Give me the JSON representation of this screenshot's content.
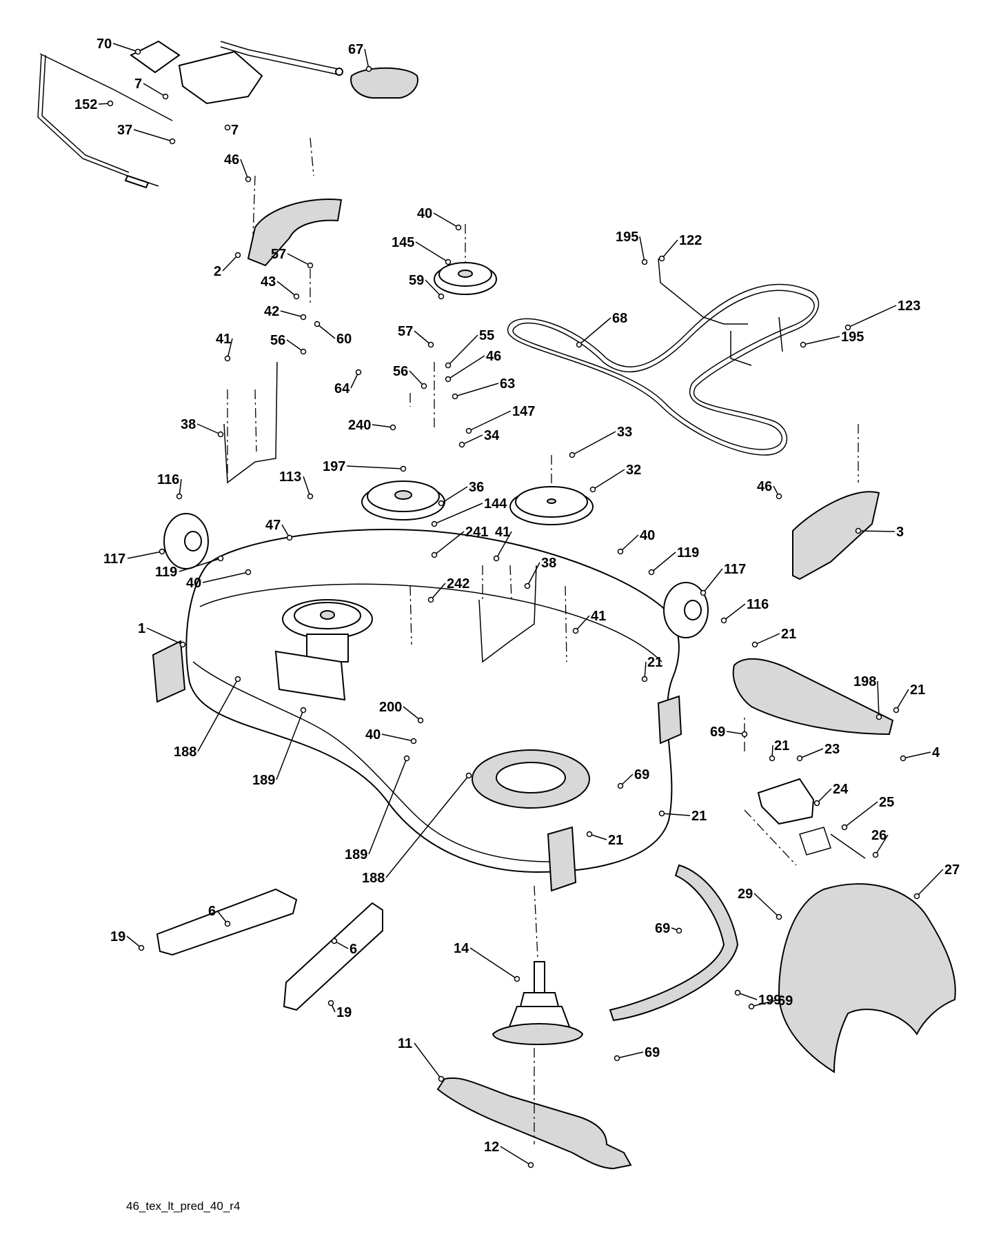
{
  "drawing_code": "46_tex_lt_pred_40_r4",
  "callouts": [
    "70",
    "67",
    "7",
    "152",
    "37",
    "7",
    "46",
    "2",
    "40",
    "145",
    "57",
    "59",
    "43",
    "42",
    "60",
    "56",
    "64",
    "41",
    "38",
    "57",
    "56",
    "55",
    "46",
    "63",
    "147",
    "240",
    "34",
    "197",
    "113",
    "47",
    "36",
    "144",
    "241",
    "33",
    "32",
    "116",
    "117",
    "119",
    "40",
    "41",
    "38",
    "242",
    "1",
    "188",
    "189",
    "200",
    "40",
    "189",
    "188",
    "122",
    "195",
    "68",
    "123",
    "195",
    "46",
    "3",
    "40",
    "119",
    "117",
    "116",
    "41",
    "21",
    "21",
    "198",
    "21",
    "69",
    "4",
    "21",
    "23",
    "69",
    "24",
    "25",
    "21",
    "21",
    "26",
    "27",
    "29",
    "6",
    "19",
    "6",
    "19",
    "14",
    "69",
    "199",
    "69",
    "69",
    "11",
    "12"
  ]
}
